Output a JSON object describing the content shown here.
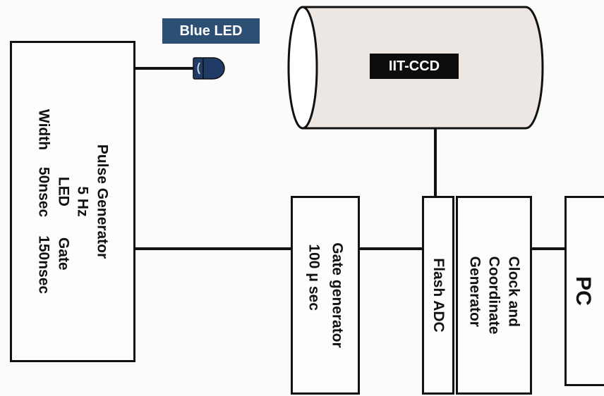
{
  "colors": {
    "line": "#111111",
    "led_tag": "#2e4f74",
    "led_body": "#1f3b66",
    "ccd_tag": "#0d0d0d",
    "cylinder": "#ece7e3"
  },
  "led": {
    "tag": "Blue LED"
  },
  "ccd": {
    "tag": "IIT-CCD"
  },
  "pulse_generator": {
    "title": "Pulse Generator",
    "freq": "5 Hz",
    "col_led": "LED",
    "col_gate": "Gate",
    "width_label": "Width",
    "led_width": "50nsec",
    "gate_width": "150nsec"
  },
  "gate_generator": {
    "title": "Gate generator",
    "time": "100 μ sec"
  },
  "flash_adc": {
    "title": "Flash ADC"
  },
  "clock_gen": {
    "line1": "Clock and",
    "line2": "Coordinate",
    "line3": "Generator"
  },
  "pc": {
    "title": "PC"
  }
}
